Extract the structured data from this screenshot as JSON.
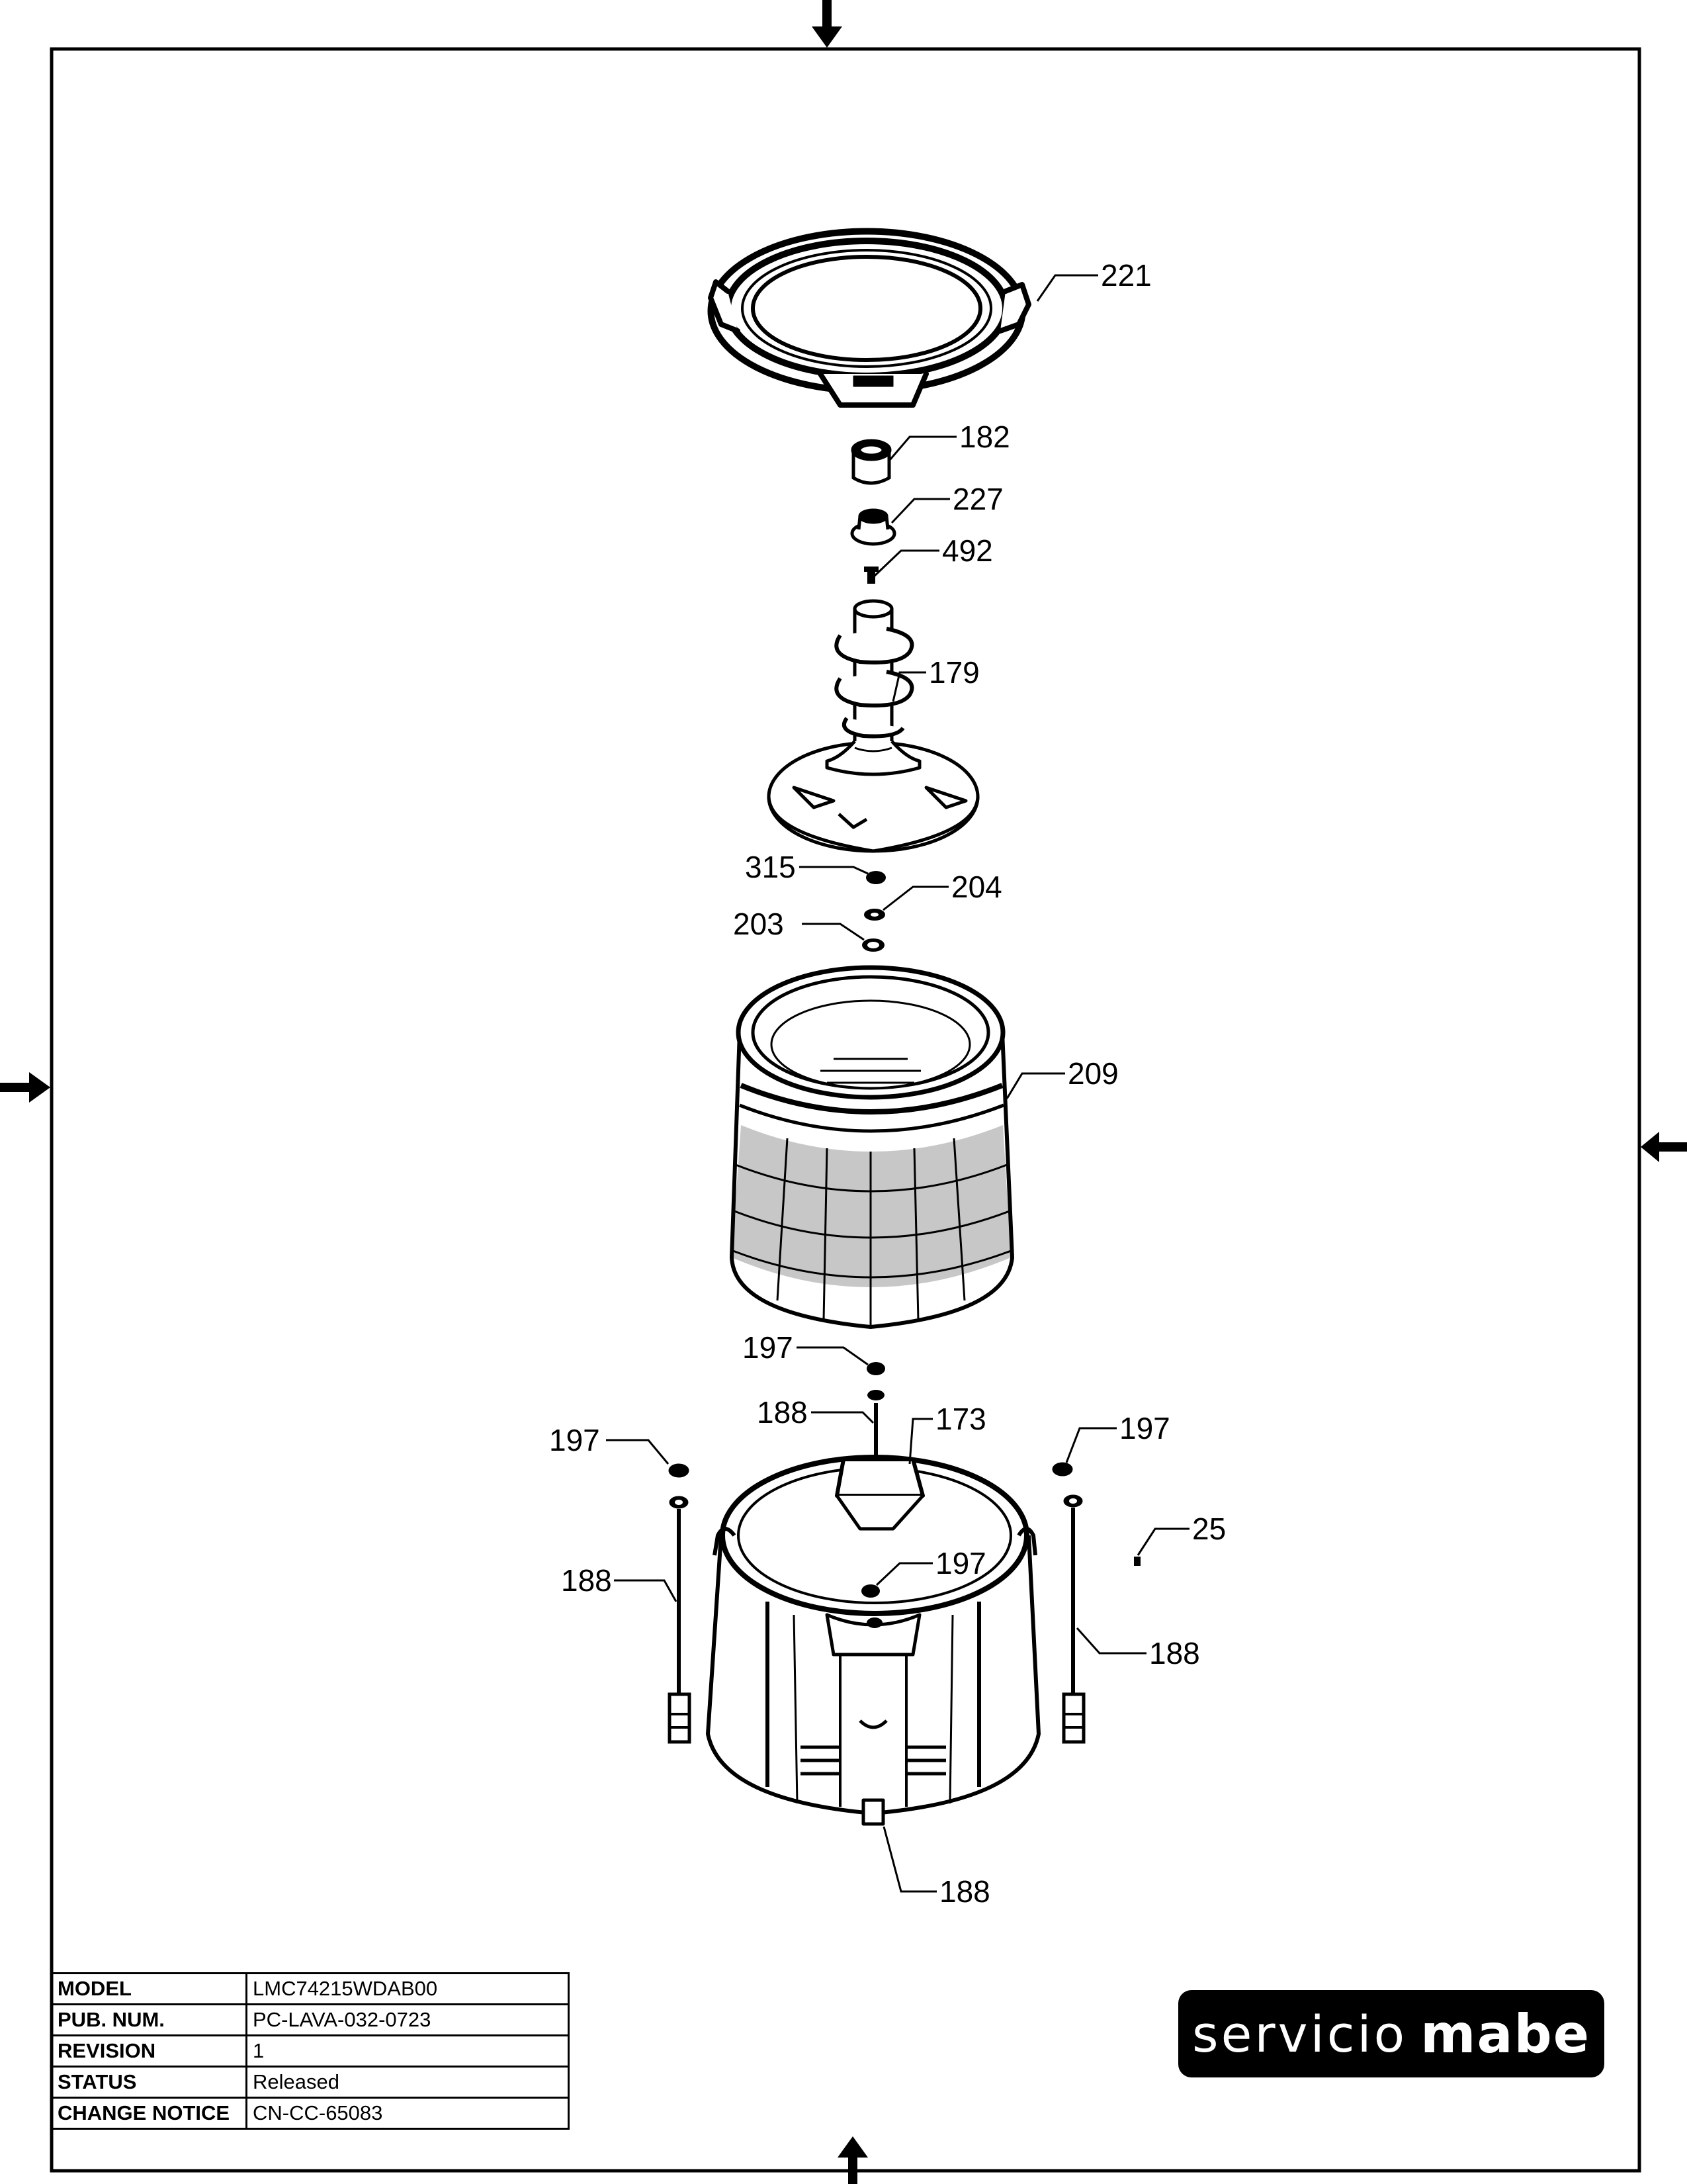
{
  "callouts": {
    "c221": "221",
    "c182": "182",
    "c227": "227",
    "c492": "492",
    "c179": "179",
    "c315": "315",
    "c204": "204",
    "c203": "203",
    "c209": "209",
    "c197_top": "197",
    "c188_top": "188",
    "c173": "173",
    "c197_left": "197",
    "c197_right": "197",
    "c25": "25",
    "c188_left": "188",
    "c197_center": "197",
    "c188_right": "188",
    "c188_bottom": "188"
  },
  "title_block": {
    "model_label": "MODEL",
    "model_value": "LMC74215WDAB00",
    "pub_label": "PUB. NUM.",
    "pub_value": "PC-LAVA-032-0723",
    "revision_label": "REVISION",
    "revision_value": "1",
    "status_label": "STATUS",
    "status_value": "Released",
    "change_label": "CHANGE NOTICE",
    "change_value": "CN-CC-65083"
  },
  "brand": {
    "light": "servicio",
    "bold": "mabe"
  }
}
